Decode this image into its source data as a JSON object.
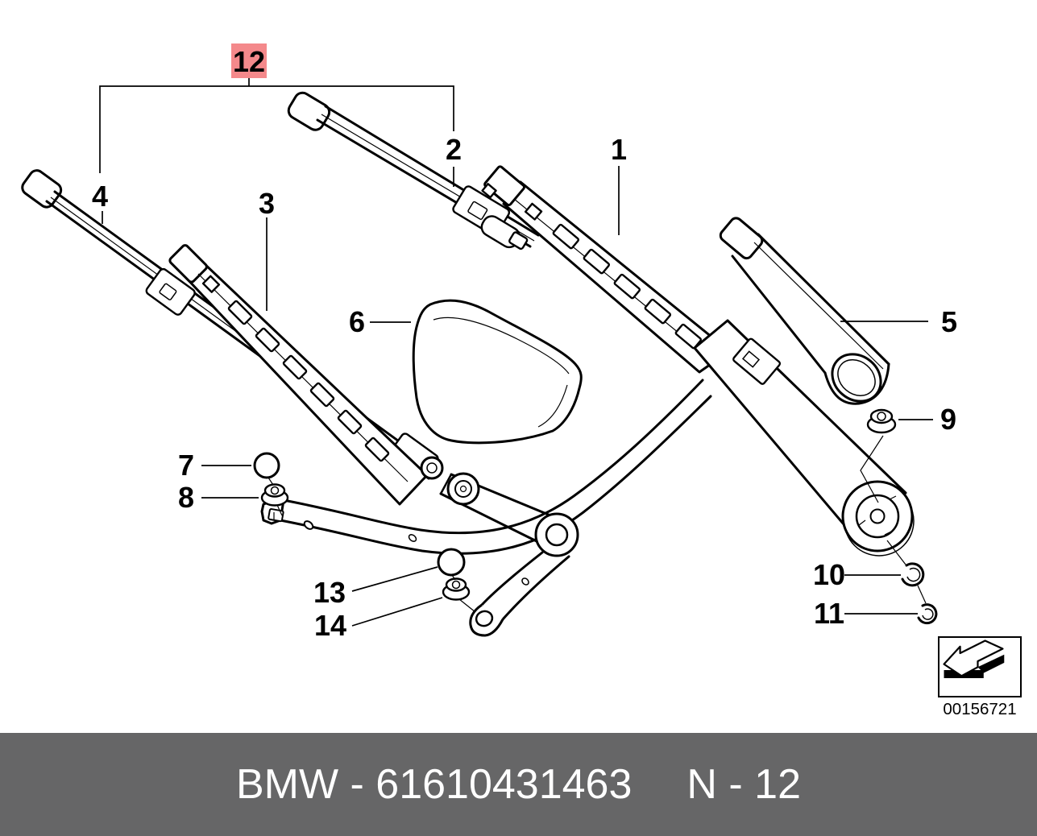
{
  "drawing": {
    "highlight_callout": {
      "label": "12"
    },
    "callouts": [
      {
        "id": "1",
        "label": "1"
      },
      {
        "id": "2",
        "label": "2"
      },
      {
        "id": "3",
        "label": "3"
      },
      {
        "id": "4",
        "label": "4"
      },
      {
        "id": "5",
        "label": "5"
      },
      {
        "id": "6",
        "label": "6"
      },
      {
        "id": "7",
        "label": "7"
      },
      {
        "id": "8",
        "label": "8"
      },
      {
        "id": "9",
        "label": "9"
      },
      {
        "id": "10",
        "label": "10"
      },
      {
        "id": "11",
        "label": "11"
      },
      {
        "id": "13",
        "label": "13"
      },
      {
        "id": "14",
        "label": "14"
      }
    ]
  },
  "stamp": {
    "code": "00156721",
    "icon": "page-turn-arrow-icon"
  },
  "footer": {
    "brand_part": "BMW - 61610431463",
    "sheet": "N - 12"
  },
  "colors": {
    "highlight_bg": "#f4898b",
    "highlight_fg": "#8c1e20",
    "footer_bg": "#666667",
    "footer_fg": "#ffffff",
    "line": "#000000"
  }
}
